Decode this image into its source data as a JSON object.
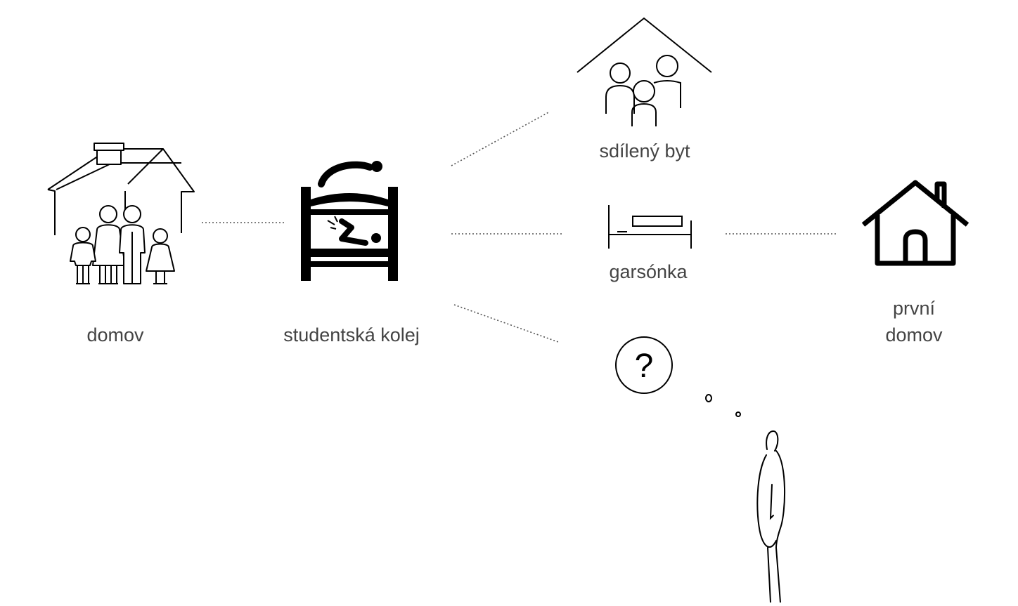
{
  "diagram": {
    "nodes": {
      "home": {
        "label": "domov",
        "icon": "family-house-icon"
      },
      "dorm": {
        "label": "studentská kolej",
        "icon": "bunk-bed-icon"
      },
      "shared_flat": {
        "label": "sdílený byt",
        "icon": "shared-household-icon"
      },
      "studio": {
        "label": "garsónka",
        "icon": "bed-icon"
      },
      "unknown": {
        "icon": "question-mark-icon"
      },
      "first_home": {
        "label_line1": "první",
        "label_line2": "domov",
        "icon": "house-icon"
      }
    },
    "edges": [
      {
        "from": "home",
        "to": "dorm",
        "style": "dotted"
      },
      {
        "from": "dorm",
        "to": "shared_flat",
        "style": "dotted"
      },
      {
        "from": "dorm",
        "to": "studio",
        "style": "dotted"
      },
      {
        "from": "dorm",
        "to": "unknown",
        "style": "dotted"
      },
      {
        "from": "studio",
        "to": "first_home",
        "style": "dotted"
      }
    ],
    "figure": {
      "icon": "thinking-person-icon"
    },
    "colors": {
      "ink": "#000000",
      "label": "#444444",
      "connector": "#555555",
      "background": "#ffffff"
    }
  }
}
